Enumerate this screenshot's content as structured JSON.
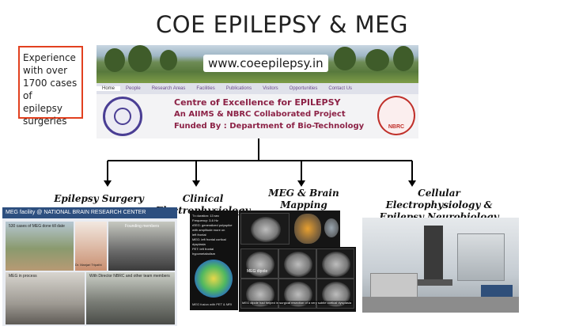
{
  "title": "COE EPILEPSY & MEG",
  "experience_box": {
    "lines": [
      "Experience",
      "with over",
      "1700 cases of",
      "epilepsy",
      "surgeries"
    ]
  },
  "banner": {
    "url": "www.coeepilepsy.in",
    "nav": [
      "Home",
      "People",
      "Research Areas",
      "Facilities",
      "Publications",
      "Visitors",
      "Opportunities",
      "Contact Us"
    ],
    "line1": "Centre of Excellence for EPILEPSY",
    "line2": "An AIIMS & NBRC Collaborated Project",
    "line3": "Funded By : Department of Bio-Technology",
    "nbrc_logo_text": "NBRC"
  },
  "branches": [
    {
      "label_lines": [
        "Epilepsy Surgery"
      ]
    },
    {
      "label_lines": [
        "Clinical Electrophysiology"
      ]
    },
    {
      "label_lines": [
        "MEG & Brain",
        "Mapping"
      ]
    },
    {
      "label_lines": [
        "Cellular Electrophysiology &",
        "Epilepsy Neurobiology"
      ]
    }
  ],
  "panel1": {
    "header": "MEG facility @ NATIONAL BRAIN RESEARCH CENTER",
    "cap1": "530 cases of MEG done till date",
    "cap2": "Founding members",
    "cap3": "MEG in process",
    "cap4": "With Director NBRC and other team members",
    "cap5": "Dr. Manjari Tripathi"
  },
  "panel2": {
    "lines": [
      "Tx duration: 13 sec",
      "Frequency: 3-6 Hz",
      "rEEG: generalized polyspike",
      "with amplitude more on",
      "left frontal",
      "MEG: left frontal cortical",
      "dysplasia",
      "PET: left frontal",
      "hypometabolism"
    ],
    "caption": "MEG fusion with PET & MRI"
  },
  "panel3": {
    "label": "MEG dipole",
    "caption": "MEG dipole had helped in surgical resection of a very subtle cortical dysplasia"
  }
}
